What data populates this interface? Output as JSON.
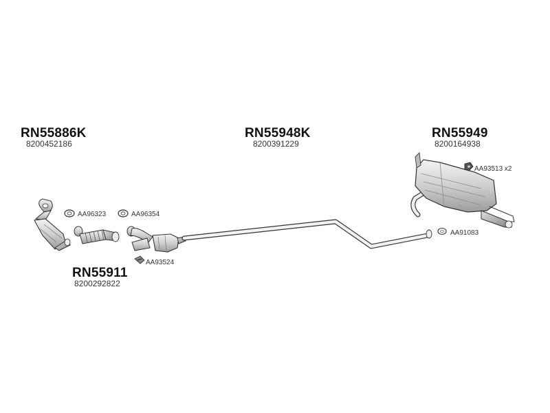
{
  "groups": [
    {
      "code": "RN55886K",
      "oem": "8200452186"
    },
    {
      "code": "RN55948K",
      "oem": "8200391229"
    },
    {
      "code": "RN55949",
      "oem": "8200164938"
    },
    {
      "code": "RN55911",
      "oem": "8200292822"
    }
  ],
  "accessories": [
    {
      "label": "AA96323",
      "icon": "gasket-icon"
    },
    {
      "label": "AA96354",
      "icon": "gasket-icon"
    },
    {
      "label": "AA93524",
      "icon": "clamp-icon"
    },
    {
      "label": "AA93513 x2",
      "icon": "mounting-rubber-icon"
    },
    {
      "label": "AA91083",
      "icon": "gasket-icon"
    }
  ]
}
